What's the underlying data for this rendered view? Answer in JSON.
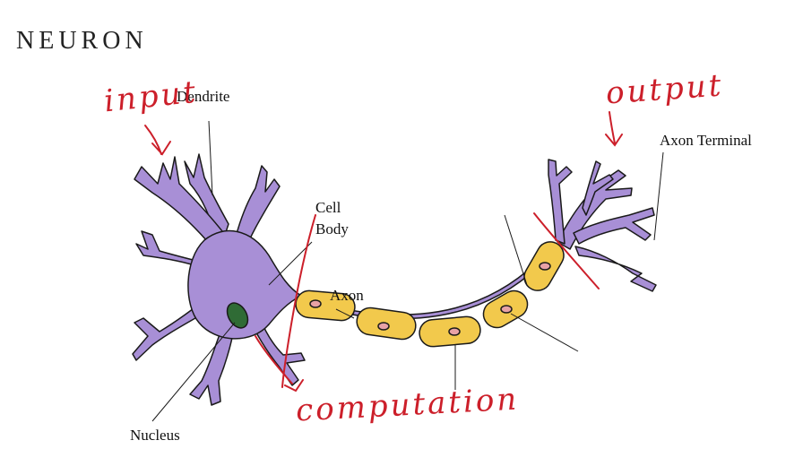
{
  "title": "NEURON",
  "labels": {
    "dendrite": "Dendrite",
    "cell_body_line1": "Cell",
    "cell_body_line2": "Body",
    "axon": "Axon",
    "axon_terminal": "Axon Terminal",
    "nucleus": "Nucleus"
  },
  "annotations": {
    "input": "input",
    "output": "output",
    "computation": "computation"
  },
  "colors": {
    "neuron_body": "#a88fd6",
    "outline": "#1a1a1a",
    "myelin": "#f2c94c",
    "myelin_node": "#e8a2a6",
    "nucleus": "#2f6b35",
    "annotation": "#cc1f2a"
  }
}
